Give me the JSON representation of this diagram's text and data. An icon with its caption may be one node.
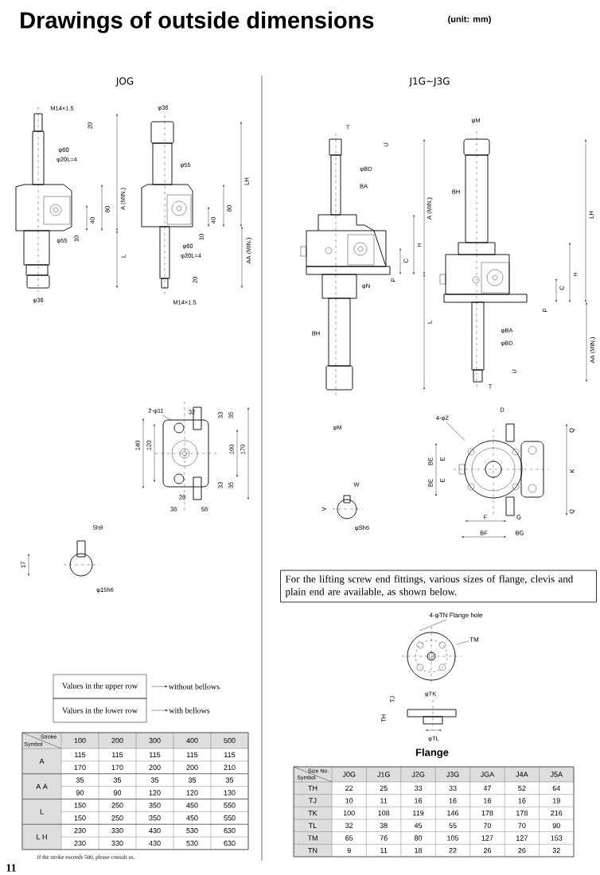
{
  "diagram": {
    "title": "Drawings of outside dimensions",
    "nodes": [
      {
        "text": [
          "For the lifting screw end fittings, various sizes of flange, clevis and plain end are available, as shown below."
        ]
      },
      {
        "text": [
          "Values in the upper row"
        ]
      },
      {
        "text": [
          "without bellows"
        ]
      },
      {
        "text": [
          "Values in the lower row"
        ]
      },
      {
        "text": [
          "with bellows"
        ]
      },
      {
        "text": [
          "2-φ11"
        ]
      },
      {
        "text": [
          "4-φZ"
        ]
      },
      {
        "text": [
          "4-φTN Flange hole"
        ]
      },
      {
        "text": [
          "TM"
        ]
      }
    ],
    "edges": [
      {
        "from": 1,
        "to": 2,
        "arrow": "to"
      },
      {
        "from": 3,
        "to": 4,
        "arrow": "to"
      },
      {
        "from": 5,
        "to": null,
        "arrow": "none"
      },
      {
        "from": 6,
        "to": null,
        "arrow": "none"
      },
      {
        "from": 7,
        "to": null,
        "arrow": "none"
      },
      {
        "from": 8,
        "to": null,
        "arrow": "none"
      }
    ],
    "labels": [
      "(unit: mm)",
      "JOG",
      "J1G∼J3G",
      "M14×1.5",
      "20",
      "φ60",
      "φ20L=4",
      "A (MIN.)",
      "80",
      "40",
      "φ55",
      "10",
      "L",
      "φ36",
      "φ36",
      "φ55",
      "LH",
      "80",
      "40",
      "10",
      "φ60",
      "φ20L=4",
      "AA (MIN.)",
      "20",
      "M14×1.5",
      "32",
      "33",
      "35",
      "140",
      "120",
      "100",
      "170",
      "33",
      "35",
      "28",
      "38",
      "58",
      "5h9",
      "17",
      "φ15h6",
      "T",
      "U",
      "φBD",
      "BA",
      "A (MIN.)",
      "H",
      "C",
      "P",
      "φN",
      "L",
      "BH",
      "φM",
      "φM",
      "BH",
      "LH",
      "H",
      "C",
      "P",
      "φBA",
      "φBD",
      "AA (MIN.)",
      "U",
      "T",
      "W",
      "V",
      "φSh6",
      "D",
      "Q",
      "BE",
      "E",
      "BE",
      "E",
      "K",
      "Q",
      "F",
      "G",
      "BF",
      "BG",
      "φTK",
      "TJ",
      "TH",
      "φTL",
      "Flange",
      "Stroke",
      "Symbol",
      "100",
      "200",
      "300",
      "400",
      "500",
      "A",
      "115",
      "115",
      "115",
      "115",
      "115",
      "170",
      "170",
      "200",
      "200",
      "210",
      "A A",
      "35",
      "35",
      "35",
      "35",
      "35",
      "90",
      "90",
      "120",
      "120",
      "130",
      "L",
      "150",
      "250",
      "350",
      "450",
      "550",
      "150",
      "250",
      "350",
      "450",
      "550",
      "L H",
      "230",
      "330",
      "430",
      "530",
      "630",
      "230",
      "330",
      "430",
      "530",
      "630",
      "If the stroke exceeds 500, please consult us.",
      "11",
      "Size No.",
      "Symbol",
      "J0G",
      "J1G",
      "J2G",
      "J3G",
      "JGA",
      "J4A",
      "J5A",
      "TH",
      "22",
      "25",
      "33",
      "33",
      "47",
      "52",
      "64",
      "TJ",
      "10",
      "11",
      "16",
      "16",
      "16",
      "16",
      "19",
      "TK",
      "100",
      "108",
      "119",
      "146",
      "178",
      "178",
      "216",
      "TL",
      "32",
      "38",
      "45",
      "55",
      "70",
      "70",
      "90",
      "TM",
      "65",
      "76",
      "80",
      "105",
      "127",
      "127",
      "153",
      "TN",
      "9",
      "11",
      "18",
      "22",
      "26",
      "26",
      "32"
    ]
  }
}
